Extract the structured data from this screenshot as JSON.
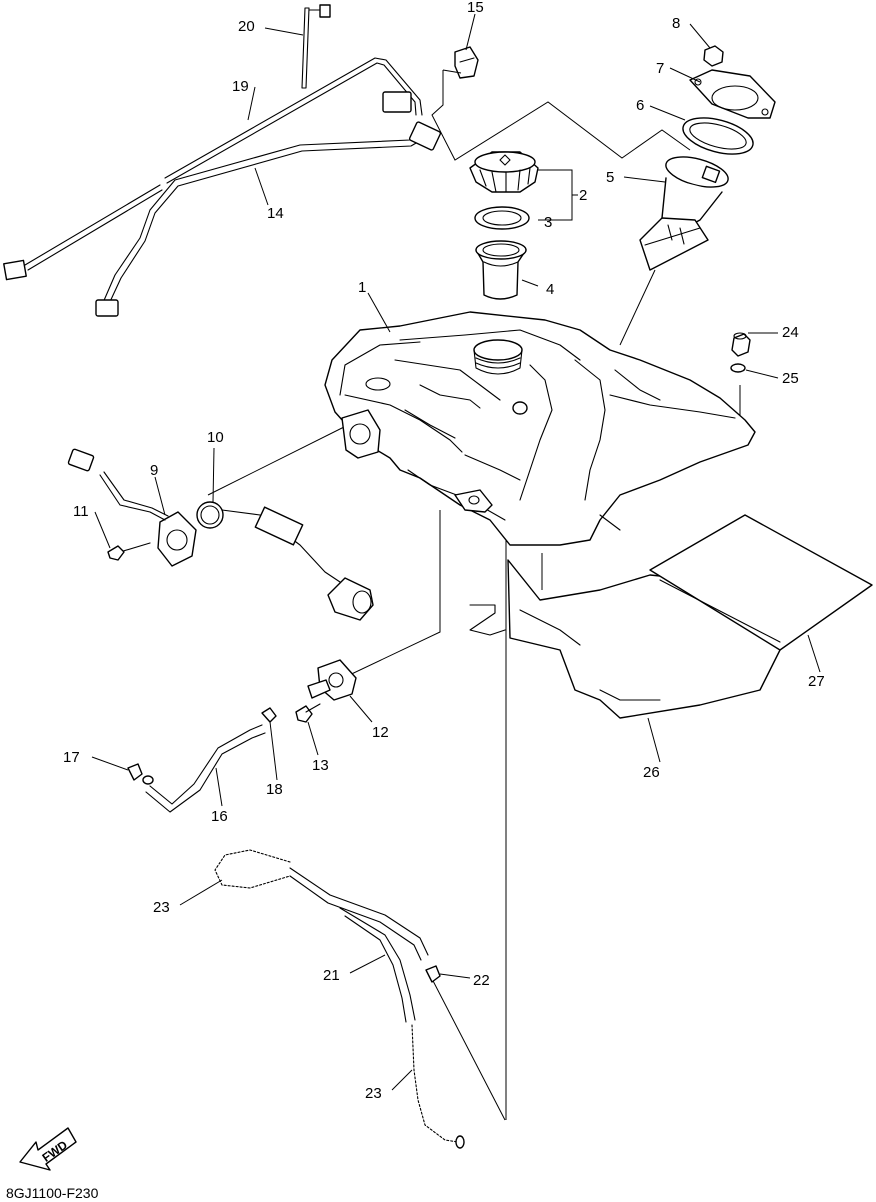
{
  "diagram_code": "8GJ1100-F230",
  "fwd_label": "FWD",
  "callouts": [
    {
      "id": "1",
      "label": "1"
    },
    {
      "id": "2",
      "label": "2"
    },
    {
      "id": "3",
      "label": "3"
    },
    {
      "id": "4",
      "label": "4"
    },
    {
      "id": "5",
      "label": "5"
    },
    {
      "id": "6",
      "label": "6"
    },
    {
      "id": "7",
      "label": "7"
    },
    {
      "id": "8",
      "label": "8"
    },
    {
      "id": "9",
      "label": "9"
    },
    {
      "id": "10",
      "label": "10"
    },
    {
      "id": "11",
      "label": "11"
    },
    {
      "id": "12",
      "label": "12"
    },
    {
      "id": "13",
      "label": "13"
    },
    {
      "id": "14",
      "label": "14"
    },
    {
      "id": "15",
      "label": "15"
    },
    {
      "id": "16",
      "label": "16"
    },
    {
      "id": "17",
      "label": "17"
    },
    {
      "id": "18",
      "label": "18"
    },
    {
      "id": "19",
      "label": "19"
    },
    {
      "id": "20",
      "label": "20"
    },
    {
      "id": "21",
      "label": "21"
    },
    {
      "id": "22",
      "label": "22"
    },
    {
      "id": "23a",
      "label": "23"
    },
    {
      "id": "23b",
      "label": "23"
    },
    {
      "id": "24",
      "label": "24"
    },
    {
      "id": "25",
      "label": "25"
    },
    {
      "id": "26",
      "label": "26"
    },
    {
      "id": "27",
      "label": "27"
    }
  ]
}
